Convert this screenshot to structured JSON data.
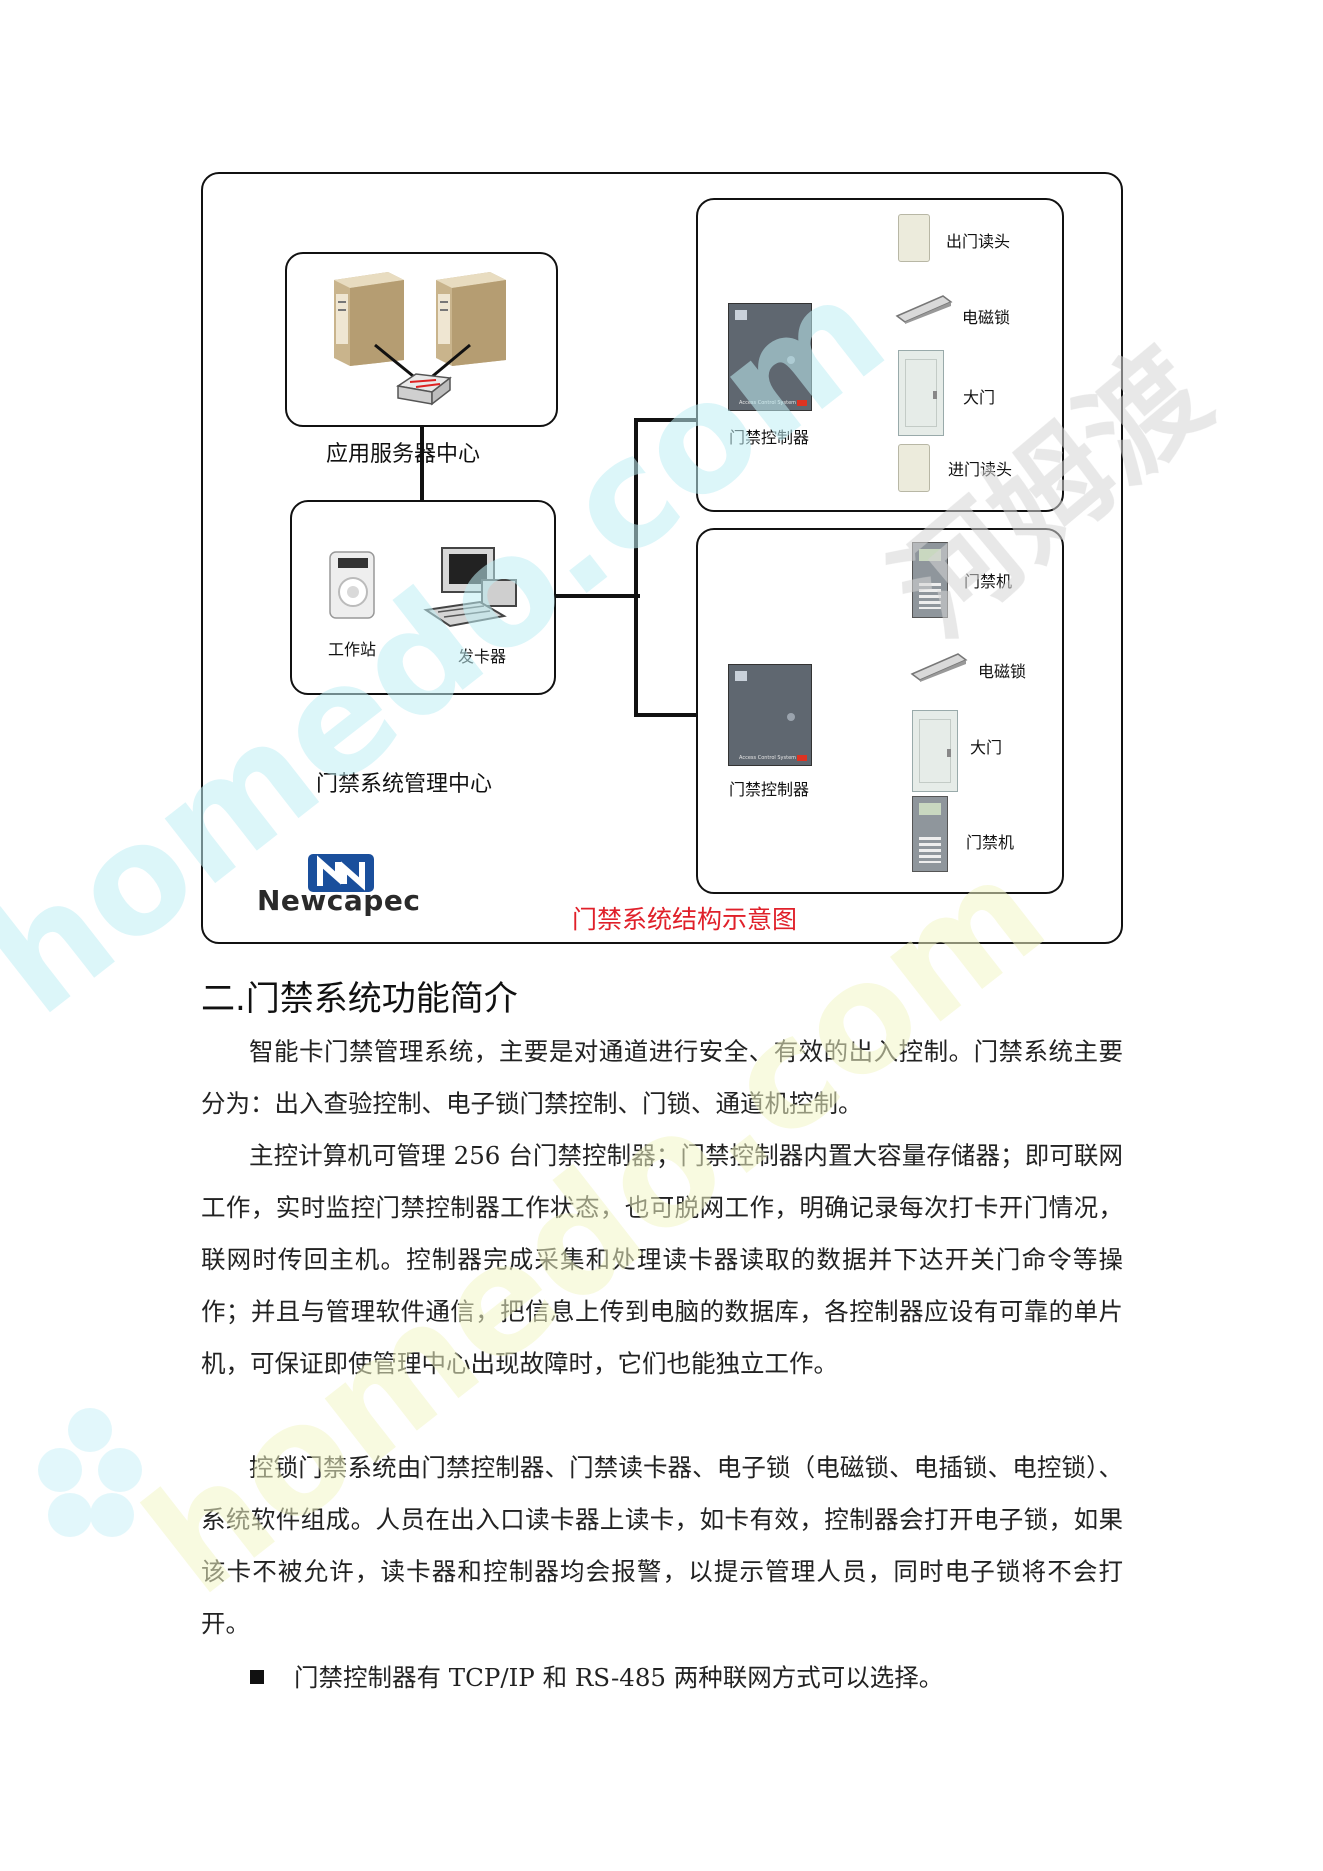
{
  "diagram": {
    "server_center": {
      "label": "应用服务器中心"
    },
    "mgmt_center": {
      "label": "门禁系统管理中心",
      "workstation_label": "工作站",
      "card_issuer_label": "发卡器"
    },
    "group_top": {
      "controller_label": "门禁控制器",
      "devices": [
        "出门读头",
        "电磁锁",
        "大门",
        "进门读头"
      ]
    },
    "group_bottom": {
      "controller_label": "门禁控制器",
      "devices": [
        "门禁机",
        "电磁锁",
        "大门",
        "门禁机"
      ]
    },
    "controller_panel_text": "Access Control System",
    "logo_text": "Newcapec",
    "caption": "门禁系统结构示意图"
  },
  "section": {
    "heading": "二.门禁系统功能简介",
    "paragraphs": [
      "智能卡门禁管理系统，主要是对通道进行安全、有效的出入控制。门禁系统主要分为：出入查验控制、电子锁门禁控制、门锁、通道机控制。",
      "主控计算机可管理 256 台门禁控制器；门禁控制器内置大容量存储器；即可联网工作，实时监控门禁控制器工作状态，也可脱网工作，明确记录每次打卡开门情况，联网时传回主机。控制器完成采集和处理读卡器读取的数据并下达开关门命令等操作；并且与管理软件通信，把信息上传到电脑的数据库，各控制器应设有可靠的单片机，可保证即使管理中心出现故障时，它们也能独立工作。",
      "控锁门禁系统由门禁控制器、门禁读卡器、电子锁（电磁锁、电插锁、电控锁）、系统软件组成。人员在出入口读卡器上读卡，如卡有效，控制器会打开电子锁，如果该卡不被允许，读卡器和控制器均会报警，以提示管理人员，同时电子锁将不会打开。"
    ],
    "bullets": [
      "门禁控制器有 TCP/IP 和 RS-485 两种联网方式可以选择。"
    ]
  },
  "watermark": {
    "text_url": "homedo.com",
    "text_cn": "河姆渡"
  },
  "colors": {
    "caption_red": "#e0202a",
    "logo_blue": "#1a4f9c",
    "watermark_cyan": "#bfeef5",
    "watermark_yellow": "#f3f6c7"
  }
}
